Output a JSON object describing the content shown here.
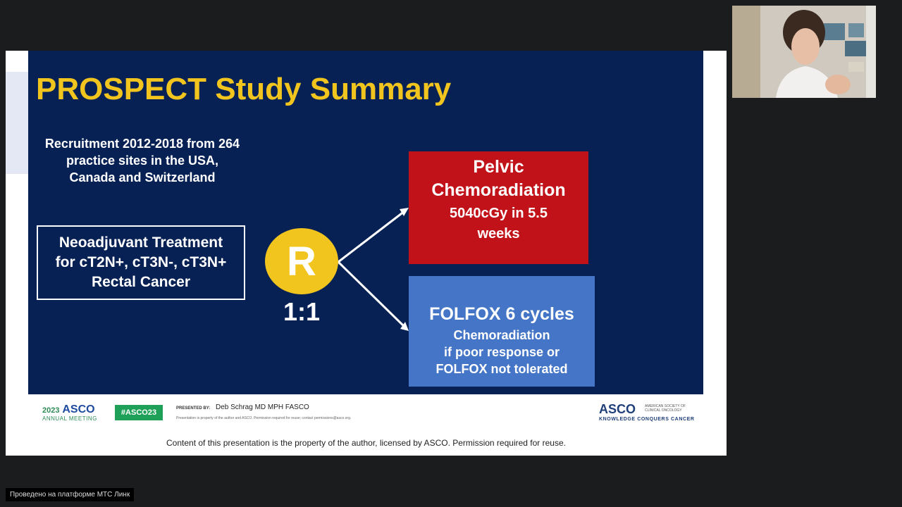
{
  "slide": {
    "title": "PROSPECT Study Summary",
    "recruitment": "Recruitment 2012-2018 from 264\npractice sites in the USA,\nCanada and Switzerland",
    "neoadjuvant": "Neoadjuvant Treatment\nfor cT2N+, cT3N-, cT3N+\nRectal Cancer",
    "randomization_letter": "R",
    "ratio": "1:1",
    "pelvic": {
      "title": "Pelvic\nChemoradiation",
      "detail": "5040cGy in 5.5\nweeks"
    },
    "folfox": {
      "title": "FOLFOX 6 cycles",
      "detail": "Chemoradiation\nif poor response or\nFOLFOX not tolerated"
    },
    "colors": {
      "background": "#072154",
      "title": "#f2c51e",
      "pelvic_box": "#c21219",
      "folfox_box": "#4475c6"
    }
  },
  "footer": {
    "year": "2023",
    "asco": "ASCO",
    "annual_meeting": "ANNUAL MEETING",
    "hashtag": "#ASCO23",
    "presented_by": "PRESENTED BY:",
    "presenter": "Deb Schrag MD MPH FASCO",
    "small_disclaimer": "Presentation is property of the author and ASCO. Permission required for reuse; contact permissions@asco.org.",
    "asco_right": "ASCO",
    "asco_society": "AMERICAN SOCIETY OF CLINICAL ONCOLOGY",
    "knowledge": "KNOWLEDGE CONQUERS CANCER"
  },
  "content_notice": "Content of this presentation is the property of the author, licensed by ASCO. Permission required for reuse.",
  "platform_badge": "Проведено на платформе МТС Линк"
}
